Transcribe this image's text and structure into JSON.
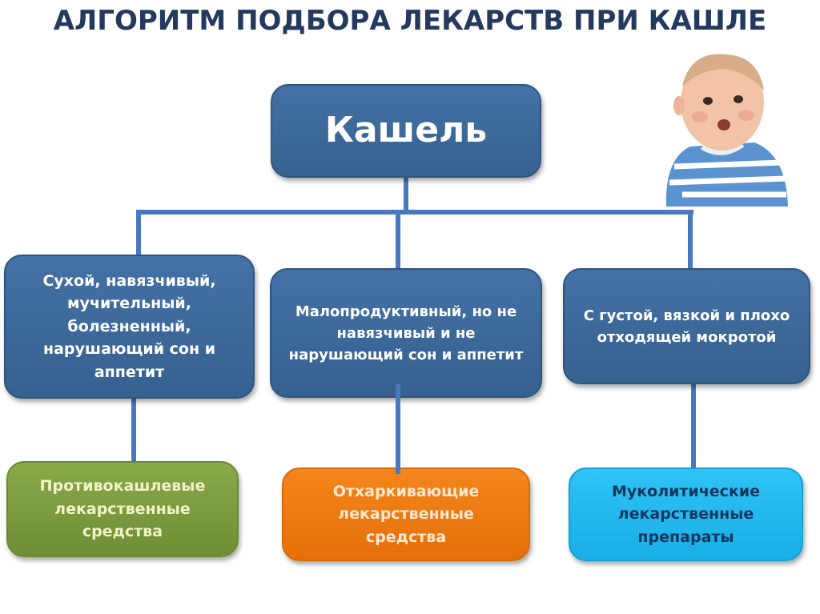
{
  "title": "АЛГОРИТМ ПОДБОРА ЛЕКАРСТВ ПРИ КАШЛЕ",
  "root": {
    "label": "Кашель"
  },
  "cough_types": [
    {
      "label": "Сухой, навязчивый, мучительный, болезненный, нарушающий сон и аппетит"
    },
    {
      "label": "Малопродуктивный, но не навязчивый  и не нарушающий сон и аппетит"
    },
    {
      "label": "С густой, вязкой и плохо отходящей мокротой"
    }
  ],
  "medications": [
    {
      "label": "Противокашлевые лекарственные средства",
      "color": "#7a9a40"
    },
    {
      "label": "Отхаркивающие лекарственные средства",
      "color": "#ee7b12"
    },
    {
      "label": "Муколитические лекарственные препараты",
      "color": "#22b8ef"
    }
  ],
  "colors": {
    "box_blue": "#3d6a9c",
    "connector": "#4a78bd",
    "title": "#233a5e"
  }
}
